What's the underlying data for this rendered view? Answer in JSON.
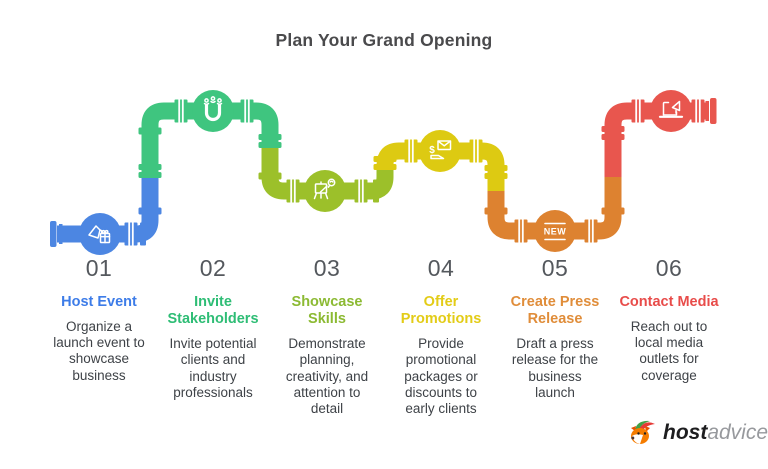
{
  "title": "Plan Your Grand Opening",
  "text_colors": {
    "title": "#4A4A4C",
    "number": "#54585D",
    "description": "#3E4247"
  },
  "steps": [
    {
      "number": "01",
      "label": "Host Event",
      "label_color": "#3D7CE8",
      "pipe_color": "#4C86E2",
      "icon": "megaphone-gift-icon",
      "description": "Organize a\nlaunch event to\nshowcase\nbusiness"
    },
    {
      "number": "02",
      "label": "Invite\nStakeholders",
      "label_color": "#2EBD75",
      "pipe_color": "#3FC57F",
      "icon": "magnet-people-icon",
      "description": "Invite potential\nclients and\nindustry\nprofessionals"
    },
    {
      "number": "03",
      "label": "Showcase\nSkills",
      "label_color": "#8CBA33",
      "pipe_color": "#9CC02A",
      "icon": "easel-brush-icon",
      "description": "Demonstrate\nplanning,\ncreativity, and\nattention to\ndetail"
    },
    {
      "number": "04",
      "label": "Offer\nPromotions",
      "label_color": "#E3CC17",
      "pipe_color": "#DDCA12",
      "icon": "money-mail-icon",
      "description": "Provide\npromotional\npackages or\ndiscounts to\nearly clients"
    },
    {
      "number": "05",
      "label": "Create Press\nRelease",
      "label_color": "#E08D3A",
      "pipe_color": "#DD8230",
      "icon": "new-badge-icon",
      "badge": "NEW",
      "description": "Draft a press\nrelease for the\nbusiness\nlaunch"
    },
    {
      "number": "06",
      "label": "Contact Media",
      "label_color": "#E84C4A",
      "pipe_color": "#E8564E",
      "icon": "laptop-megaphone-icon",
      "description": "Reach out to\nlocal media\noutlets for\ncoverage"
    }
  ],
  "logo": {
    "brand_bold": "host",
    "brand_light": "advice.",
    "bold_color": "#1D1D1F",
    "light_color": "#97999D"
  }
}
